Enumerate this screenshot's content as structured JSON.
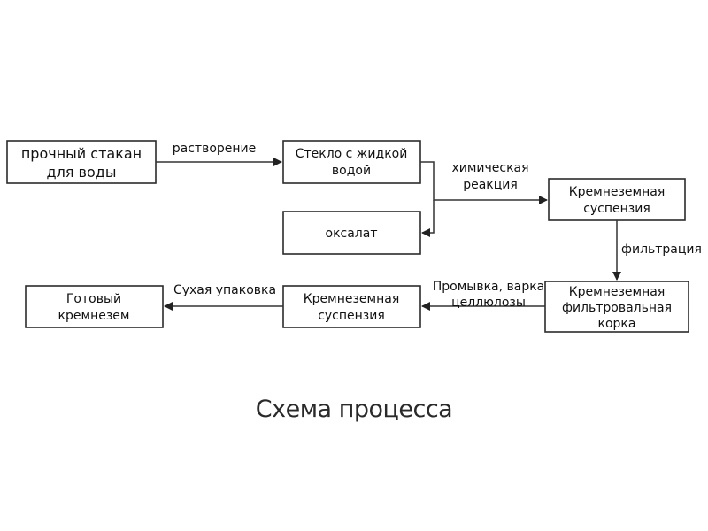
{
  "nodes": {
    "cup": {
      "line1": "прочный стакан",
      "line2": "для воды"
    },
    "glass": {
      "line1": "Стекло с жидкой",
      "line2": "водой"
    },
    "oxalate": {
      "line1": "оксалат"
    },
    "suspension_right": {
      "line1": "Кремнеземная",
      "line2": "суспензия"
    },
    "filter_cake": {
      "line1": "Кремнеземная",
      "line2": "фильтровальная",
      "line3": "корка"
    },
    "suspension_mid": {
      "line1": "Кремнеземная",
      "line2": "суспензия"
    },
    "final": {
      "line1": "Готовый",
      "line2": "кремнезем"
    }
  },
  "edges": {
    "dissolution": "растворение",
    "reaction": {
      "line1": "химическая",
      "line2": "реакция"
    },
    "filtration": "фильтрация",
    "washing": {
      "line1": "Промывка, варка",
      "line2": "целлюлозы"
    },
    "dry_pack": "Сухая упаковка"
  },
  "title": "Схема процесса"
}
